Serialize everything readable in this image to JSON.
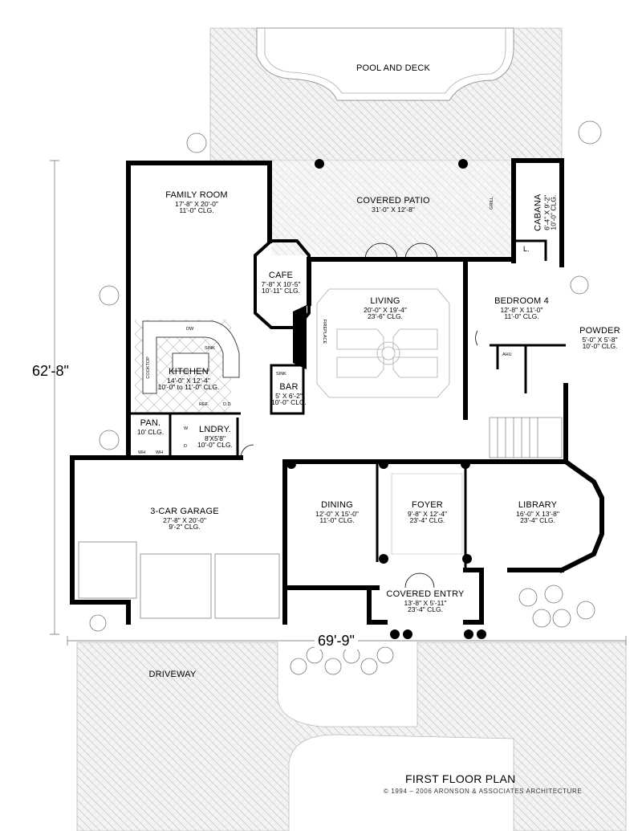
{
  "rooms": {
    "pool": {
      "name": "POOL AND DECK"
    },
    "family": {
      "name": "FAMILY ROOM",
      "size": "17'-8\" X 20'-0\"",
      "clg": "11'-0\" CLG."
    },
    "patio": {
      "name": "COVERED PATIO",
      "size": "31'-0\" X 12'-8\""
    },
    "cabana": {
      "name": "CABANA",
      "size": "6'-4\" X 9'-2\"",
      "clg": "10'-0\" CLG."
    },
    "cafe": {
      "name": "CAFE",
      "size": "7'-8\" X 10'-5\"",
      "clg": "10'-11\" CLG."
    },
    "living": {
      "name": "LIVING",
      "size": "20'-0\" X 19'-4\"",
      "clg": "23'-6\" CLG."
    },
    "bedroom4": {
      "name": "BEDROOM 4",
      "size": "12'-8\" X 11'-0\"",
      "clg": "11'-0\" CLG."
    },
    "powder": {
      "name": "POWDER",
      "size": "5'-0\" X 5'-8\"",
      "clg": "10'-0\" CLG."
    },
    "kitchen": {
      "name": "KITCHEN",
      "size": "14'-0\" X 12'-4\"",
      "clg": "10'-0\" to 11'-0\" CLG."
    },
    "bar": {
      "name": "BAR",
      "size": "5' X 6'-2\"",
      "clg": "10'-0\" CLG."
    },
    "pantry": {
      "name": "PAN.",
      "clg": "10' CLG."
    },
    "laundry": {
      "name": "LNDRY.",
      "size": "8'X5'8\"",
      "clg": "10'-0\" CLG."
    },
    "garage": {
      "name": "3-CAR GARAGE",
      "size": "27'-8\" X 20'-0\"",
      "clg": "9'-2\" CLG."
    },
    "dining": {
      "name": "DINING",
      "size": "12'-0\" X 15'-0\"",
      "clg": "11'-0\" CLG."
    },
    "foyer": {
      "name": "FOYER",
      "size": "9'-8\" X 12'-4\"",
      "clg": "23'-4\" CLG."
    },
    "library": {
      "name": "LIBRARY",
      "size": "16'-0\" X 13'-8\"",
      "clg": "23'-4\" CLG."
    },
    "entry": {
      "name": "COVERED ENTRY",
      "size": "13'-8\" X 5'-11\"",
      "clg": "23'-4\" CLG."
    },
    "driveway": {
      "name": "DRIVEWAY"
    }
  },
  "fixtures": {
    "dw": "DW",
    "sink": "SINK",
    "cooktop": "COOKTOP",
    "ref": "REF.",
    "dd": "D.D",
    "wh": "WH",
    "fireplace": "FIREPLACE",
    "bar_sink": "SINK",
    "grill": "GRILL",
    "l": "L.",
    "ahu": "AHU",
    "w": "W",
    "d": "D"
  },
  "dimensions": {
    "depth": "62'-8\"",
    "width": "69'-9\""
  },
  "footer": {
    "title": "FIRST FLOOR PLAN",
    "copyright": "© 1994 – 2006 ARONSON & ASSOCIATES ARCHITECTURE"
  }
}
